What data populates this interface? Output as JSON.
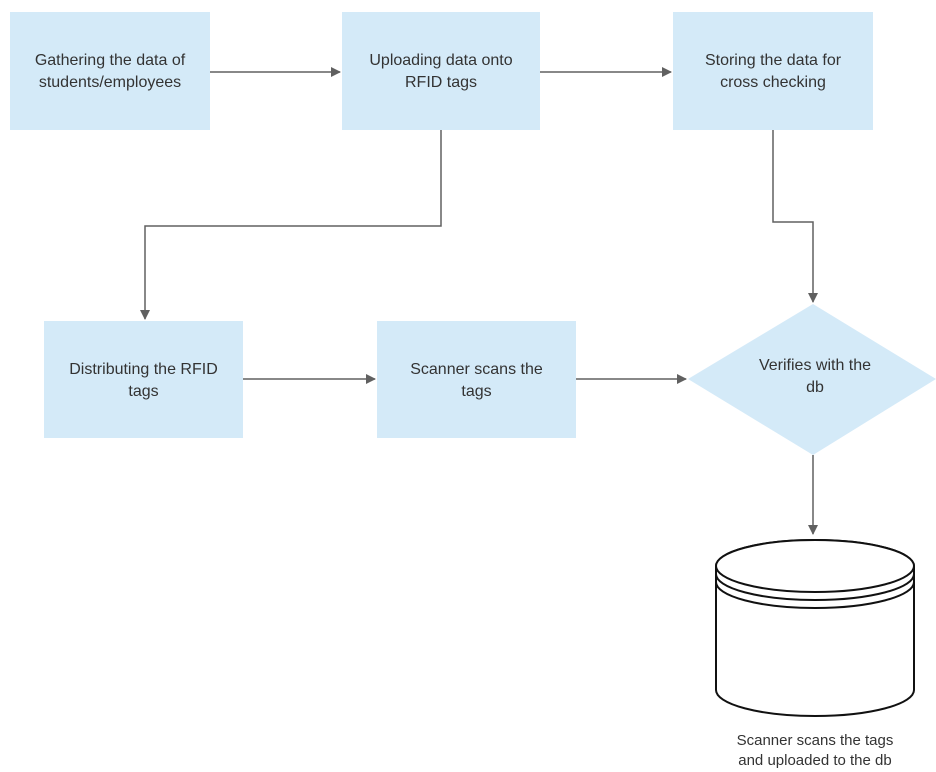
{
  "diagram": {
    "nodes": [
      {
        "id": "n1",
        "shape": "rectangle",
        "text": "Gathering the data of\nstudents/employees"
      },
      {
        "id": "n2",
        "shape": "rectangle",
        "text": "Uploading data onto\nRFID tags"
      },
      {
        "id": "n3",
        "shape": "rectangle",
        "text": "Storing the data for\ncross checking"
      },
      {
        "id": "n4",
        "shape": "rectangle",
        "text": "Distributing the RFID\ntags"
      },
      {
        "id": "n5",
        "shape": "rectangle",
        "text": "Scanner scans the\ntags"
      },
      {
        "id": "n6",
        "shape": "diamond",
        "text": "Verifies with the\ndb"
      },
      {
        "id": "db",
        "shape": "cylinder",
        "text": "Scanner scans the tags\nand uploaded to the db"
      }
    ],
    "edges": [
      {
        "from": "n1",
        "to": "n2"
      },
      {
        "from": "n2",
        "to": "n3"
      },
      {
        "from": "n2",
        "to": "n4"
      },
      {
        "from": "n3",
        "to": "n6"
      },
      {
        "from": "n4",
        "to": "n5"
      },
      {
        "from": "n5",
        "to": "n6"
      },
      {
        "from": "n6",
        "to": "db"
      }
    ],
    "colors": {
      "box_fill": "#d4eaf8",
      "connector": "#606060",
      "text": "#333333",
      "database_stroke": "#111111"
    }
  }
}
